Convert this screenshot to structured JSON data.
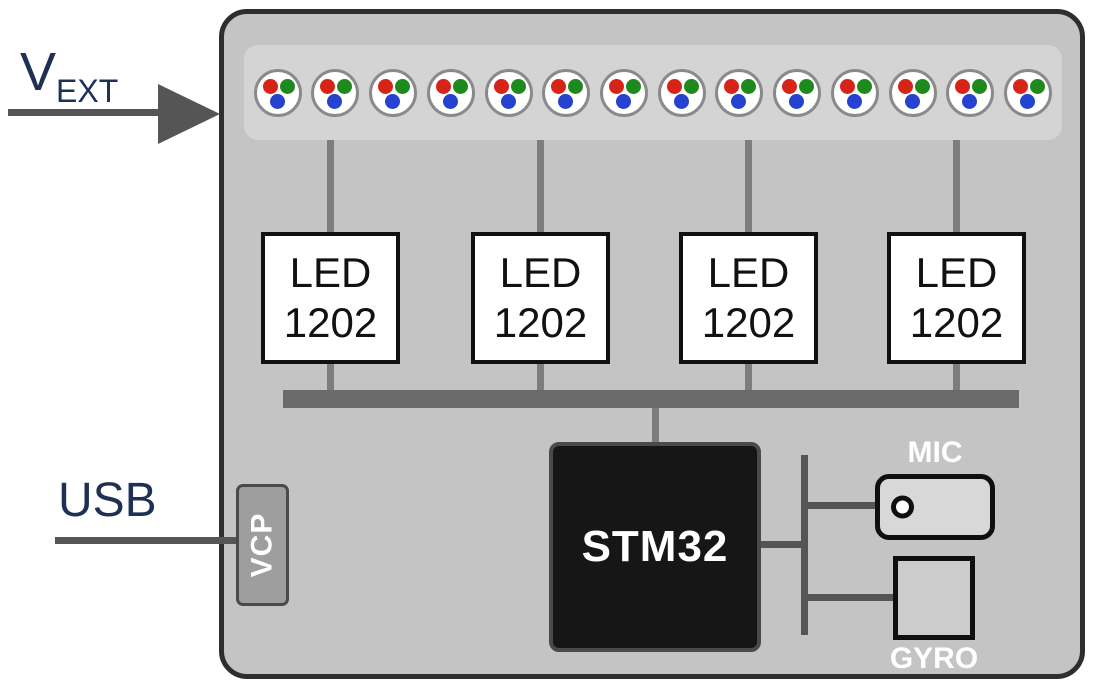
{
  "diagram": {
    "vext": {
      "base": "V",
      "sub": "EXT"
    },
    "usb": "USB",
    "vcp": "VCP",
    "stm32": "STM32",
    "mic": "MIC",
    "gyro": "GYRO"
  },
  "led_drivers": [
    {
      "line1": "LED",
      "line2": "1202"
    },
    {
      "line1": "LED",
      "line2": "1202"
    },
    {
      "line1": "LED",
      "line2": "1202"
    },
    {
      "line1": "LED",
      "line2": "1202"
    }
  ],
  "led_strip": {
    "count": 14
  },
  "colors": {
    "board_fill": "#c4c4c4",
    "board_border": "#2e2e2e",
    "strip_fill": "#d4d4d4",
    "wire": "#7d7d7d",
    "bus": "#6b6b6b",
    "dark_wire": "#555555",
    "label_navy": "#1f3055",
    "led_red": "#d62418",
    "led_green": "#1e8a1e",
    "led_blue": "#2543d0",
    "stm32_fill": "#161616",
    "block_fill": "#ffffff",
    "block_border": "#111111",
    "mic_fill": "#d8d8d8",
    "gyro_fill": "#cccccc",
    "vcp_fill": "#9e9e9e",
    "white_label": "#ffffff"
  }
}
